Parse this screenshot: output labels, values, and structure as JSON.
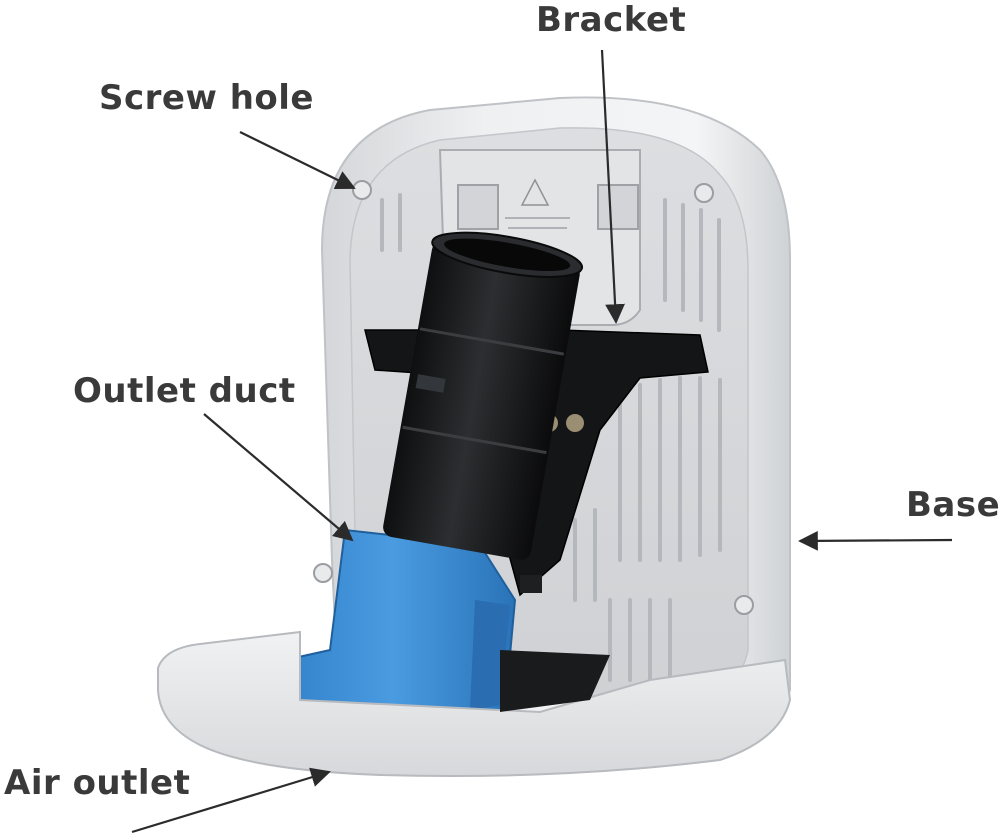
{
  "labels": {
    "bracket": "Bracket",
    "screw_hole": "Screw hole",
    "outlet_duct": "Outlet duct",
    "base": "Base",
    "air_outlet": "Air outlet"
  },
  "colors": {
    "housing": "#e6e7e9",
    "housing_shadow": "#c9cbce",
    "duct": "#1b1c1e",
    "nozzle": "#3f8fd6",
    "label_text": "#3a3a3a"
  }
}
